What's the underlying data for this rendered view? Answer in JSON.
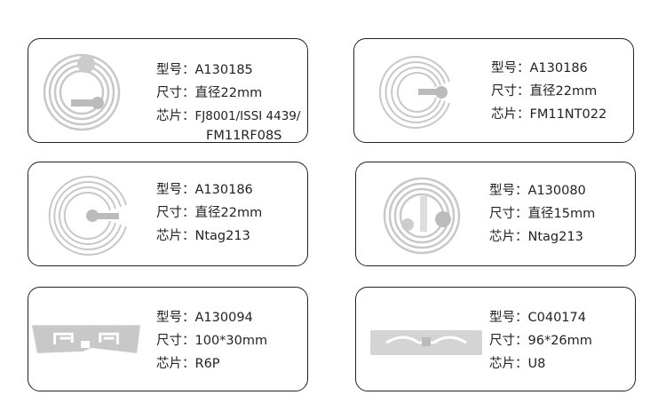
{
  "labels": {
    "model": "型号：",
    "size": "尺寸：",
    "chip": "芯片："
  },
  "products": [
    {
      "model": "A130185",
      "size": "直径22mm",
      "chip": "FJ8001/ISSI 4439/",
      "chip_cont": "FM11RF08S",
      "image": "round-nfc-tag-22mm"
    },
    {
      "model": "A130186",
      "size": "直径22mm",
      "chip": "FM11NT022",
      "image": "round-nfc-tag-22mm"
    },
    {
      "model": "A130186",
      "size": "直径22mm",
      "chip": "Ntag213",
      "image": "round-nfc-tag-22mm"
    },
    {
      "model": "A130080",
      "size": "直径15mm",
      "chip": "Ntag213",
      "image": "round-nfc-tag-15mm"
    },
    {
      "model": "A130094",
      "size": "100*30mm",
      "chip": "R6P",
      "image": "uhf-inlay-r6p"
    },
    {
      "model": "C040174",
      "size": "96*26mm",
      "chip": "U8",
      "image": "uhf-inlay-u8"
    }
  ],
  "colors": {
    "border": "#222222",
    "antenna": "#c8c8c8"
  }
}
